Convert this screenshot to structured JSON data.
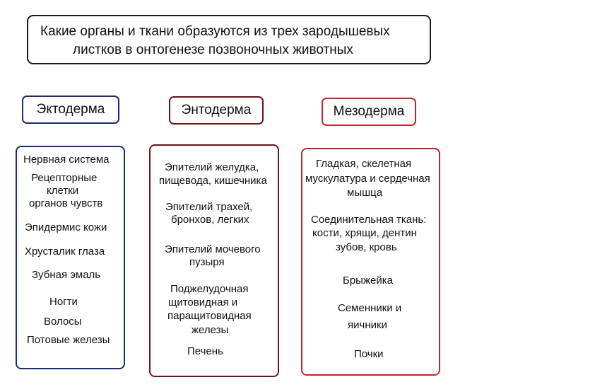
{
  "title": {
    "line1": "Какие органы и ткани образуются из трех зародышевых",
    "line2": "листков в онтогенезе позвоночных животных"
  },
  "colors": {
    "ectoderm": "#1f2a78",
    "entoderm": "#6a1418",
    "mesoderm": "#c0262d",
    "title_border": "#1a1a1a"
  },
  "columns": {
    "ectoderm": {
      "header": "Эктодерма",
      "items": [
        "Нервная система",
        "Рецепторные",
        "клетки",
        "органов чувств",
        "Эпидермис кожи",
        "Хрусталик глаза",
        "Зубная эмаль",
        "Ногти",
        "Волосы",
        "Потовые железы"
      ]
    },
    "entoderm": {
      "header": "Энтодерма",
      "items": [
        "Эпителий желудка,",
        "пищевода, кишечника",
        "Эпителий трахей,",
        "бронхов, легких",
        "Эпителий мочевого",
        "пузыря",
        "Поджелудочная",
        "щитовидная  и",
        "паращитовидная",
        "железы",
        "Печень"
      ]
    },
    "mesoderm": {
      "header": "Мезодерма",
      "items": [
        "Гладкая, скелетная",
        "мускулатура и сердечная",
        "мышца",
        "Соединительная ткань:",
        "кости, хрящи, дентин",
        "зубов, кровь",
        "Брыжейка",
        "Семенники и",
        "яичники",
        "Почки"
      ]
    }
  }
}
